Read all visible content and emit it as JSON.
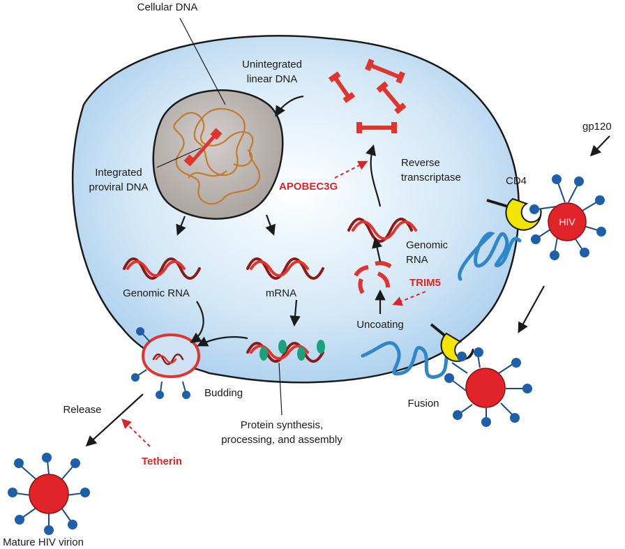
{
  "labels": {
    "cellular_dna": "Cellular DNA",
    "unintegrated": [
      "Unintegrated",
      "linear DNA"
    ],
    "integrated": [
      "Integrated",
      "proviral DNA"
    ],
    "apobec": "APOBEC3G",
    "reverse_transcriptase": [
      "Reverse",
      "transcriptase"
    ],
    "cd4": "CD4",
    "gp120": "gp120",
    "hiv": "HIV",
    "genomic_rna_right": [
      "Genomic",
      "RNA"
    ],
    "trim5": "TRIM5",
    "genomic_rna_left": "Genomic RNA",
    "mrna": "mRNA",
    "uncoating": "Uncoating",
    "budding": "Budding",
    "fusion": "Fusion",
    "release": "Release",
    "protein_synthesis": [
      "Protein synthesis,",
      "processing, and assembly"
    ],
    "tetherin": "Tetherin",
    "mature_virion": "Mature HIV virion"
  },
  "colors": {
    "cell": "#cfe3f5",
    "nucleus": "#b9b3b0",
    "chromatin": "#c47a2c",
    "virus": "#e0242a",
    "restriction_factor": "#d7262a",
    "cd4": "#f2e600",
    "coreceptor": "#2f86c9"
  }
}
